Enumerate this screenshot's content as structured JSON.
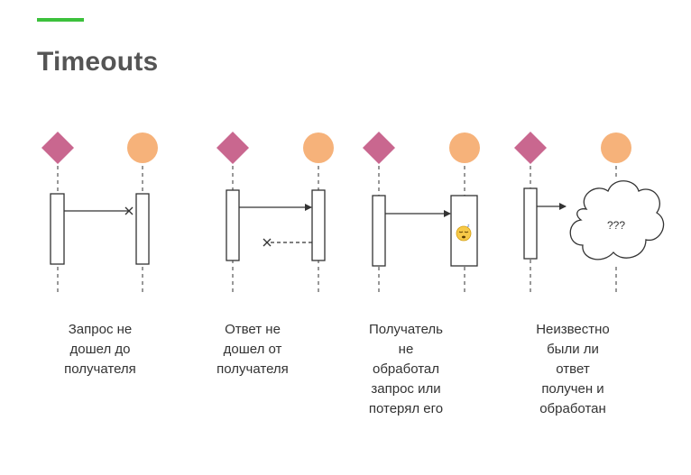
{
  "slide": {
    "title": "Timeouts",
    "accent_color": "#3cc13c"
  },
  "colors": {
    "sender": "#c9678f",
    "receiver": "#f6b27a",
    "line": "#333333"
  },
  "icons": {
    "sender_shape": "diamond",
    "receiver_shape": "circle",
    "sleep_emoji": "sleeping-face-icon"
  },
  "scenarios": [
    {
      "caption": "Запрос не\nдошел до\nполучателя"
    },
    {
      "caption": "Ответ не\nдошел от\nполучателя"
    },
    {
      "caption": "Получатель\nне\nобработал\nзапрос или\nпотерял его"
    },
    {
      "caption": "Неизвестно\nбыли ли\nответ\nполучен и\nобработан"
    }
  ],
  "cloud": {
    "label": "???"
  }
}
